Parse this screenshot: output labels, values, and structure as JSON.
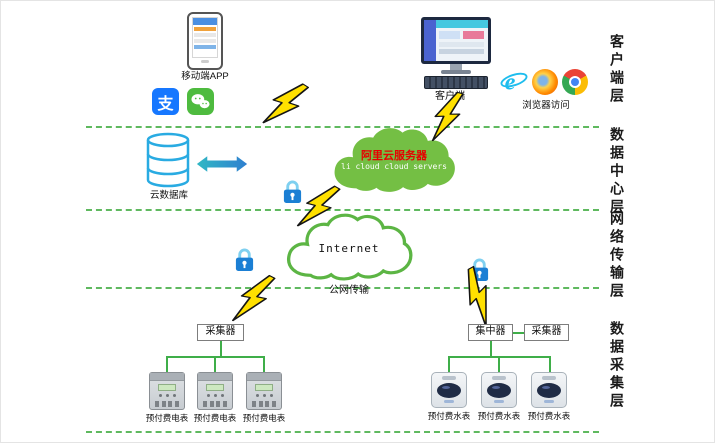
{
  "layer_labels": {
    "client": "客户端层",
    "data_center": "数据中心层",
    "network": "网络传输层",
    "collection": "数据采集层"
  },
  "client_layer": {
    "mobile_app_label": "移动端APP",
    "alipay_char": "支",
    "client_label": "客户端",
    "browser_label": "浏览器访问",
    "ie_char": "e"
  },
  "data_center_layer": {
    "cloud_db_label": "云数据库",
    "ali_cloud_title": "阿里云服务器",
    "ali_cloud_subtitle": "li cloud  cloud servers"
  },
  "network_layer": {
    "internet_label": "Internet",
    "public_net_label": "公网传输"
  },
  "collection_layer": {
    "collector_label": "采集器",
    "concentrator_label": "集中器",
    "electric_meter_label": "预付费电表",
    "water_meter_label": "预付费水表"
  }
}
